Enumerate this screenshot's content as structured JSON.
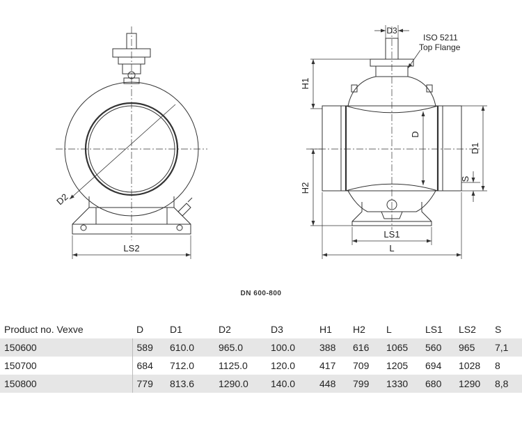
{
  "labels": {
    "d2": "D2",
    "ls2": "LS2",
    "d3": "D3",
    "iso_line1": "ISO 5211",
    "iso_line2": "Top Flange",
    "h1": "H1",
    "h2": "H2",
    "d": "D",
    "d1": "D1",
    "s": "S",
    "ls1": "LS1",
    "l": "L"
  },
  "caption": "DN 600-800",
  "table": {
    "headers": [
      "Product no. Vexve",
      "D",
      "D1",
      "D2",
      "D3",
      "H1",
      "H2",
      "L",
      "LS1",
      "LS2",
      "S"
    ],
    "rows": [
      [
        "150600",
        "589",
        "610.0",
        "965.0",
        "100.0",
        "388",
        "616",
        "1065",
        "560",
        "965",
        "7,1"
      ],
      [
        "150700",
        "684",
        "712.0",
        "1125.0",
        "120.0",
        "417",
        "709",
        "1205",
        "694",
        "1028",
        "8"
      ],
      [
        "150800",
        "779",
        "813.6",
        "1290.0",
        "140.0",
        "448",
        "799",
        "1330",
        "680",
        "1290",
        "8,8"
      ]
    ]
  }
}
